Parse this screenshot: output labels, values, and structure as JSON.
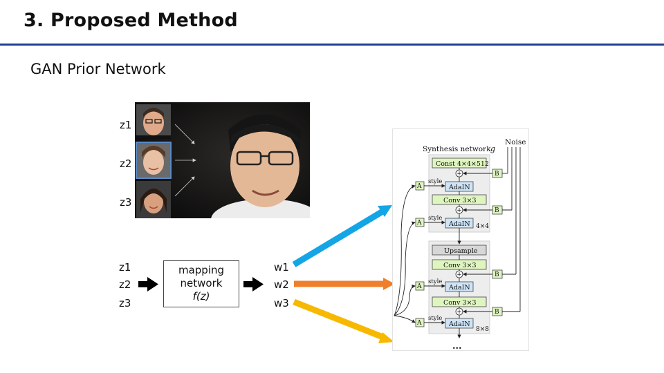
{
  "slide": {
    "title": "3. Proposed Method",
    "subtitle": "GAN Prior Network",
    "rule_color": "#1f3f8f"
  },
  "photo_labels": [
    "z1",
    "z2",
    "z3"
  ],
  "flow": {
    "inputs": [
      "z1",
      "z2",
      "z3"
    ],
    "mapping": {
      "line1": "mapping",
      "line2": "network",
      "line3": "f(z)"
    },
    "outputs": [
      "w1",
      "w2",
      "w3"
    ],
    "arrow_colors": {
      "w1": "#14a5e6",
      "w2": "#f07f2c",
      "w3": "#f7b900"
    }
  },
  "architecture": {
    "synthesis_label": "Synthesis network",
    "g_symbol": "g",
    "noise_label": "Noise",
    "const_label": "Const 4×4×512",
    "conv_label": "Conv 3×3",
    "adain_label": "AdaIN",
    "upsample_label": "Upsample",
    "style_label": "style",
    "a_label": "A",
    "b_label": "B",
    "plus_symbol": "+",
    "res1_label": "4×4",
    "res2_label": "8×8",
    "ellipsis": "...",
    "colors": {
      "green": "#dff5c0",
      "blue": "#cfe4f6",
      "gray_block": "#ededed",
      "upsample": "#d7d7d7"
    }
  }
}
